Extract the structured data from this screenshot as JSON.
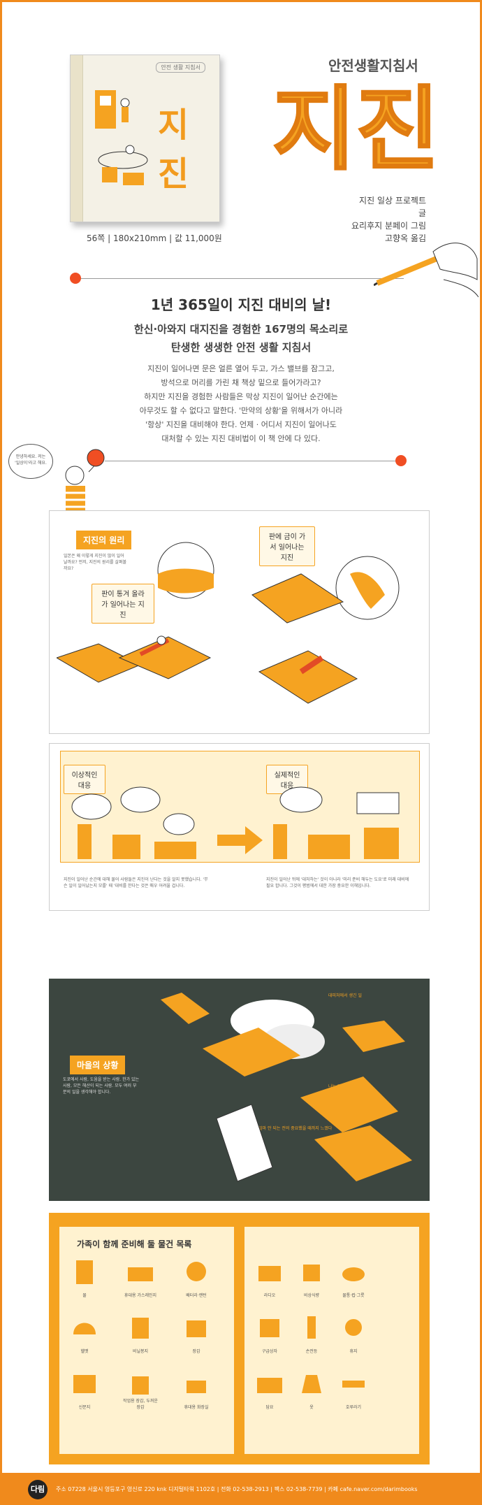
{
  "series": "안전생활지침서",
  "book": {
    "mini_label": "안전 생활 지침서",
    "title": "지진",
    "info": "56쪽 | 180x210mm | 값 11,000원"
  },
  "big_title": "지진",
  "credits": [
    "지진 일상 프로젝트 글",
    "요리후지 분페이 그림",
    "고향옥 옮김"
  ],
  "headline": "1년 365일이 지진 대비의 날!",
  "subheads": [
    "한신·아와지 대지진을 경험한 167명의 목소리로",
    "탄생한 생생한 안전 생활 지침서"
  ],
  "body_lines": [
    "지진이 일어나면 문은 얼른 열어 두고, 가스 밸브를 잠그고,",
    "방석으로 머리를 가린 채 책상 밑으로 들어가라고?",
    "하지만 지진을 경험한 사람들은 막상 지진이 일어난 순간에는",
    "아무것도 할 수 없다고 말한다. '만약의 상황'을 위해서가 아니라",
    "'항상' 지진을 대비해야 한다. 언제 · 어디서 지진이 일어나도",
    "대처할 수 있는 지진 대비법이 이 책 안에 다 있다."
  ],
  "kid_speech": "안녕하세요. 저는 '일상이'라고 해요.",
  "panel1": {
    "tag": "지진의 원리",
    "intro": "일본은 왜 이렇게 지진이 많이 일어날까요? 먼저, 지진의 원리를 살펴볼까요?",
    "box_left": "판이 통겨 올라가 일어나는 지진",
    "box_right": "판에 금이 가서 일어나는 지진"
  },
  "panel2": {
    "box_left": "이상적인 대응",
    "box_right": "실제적인 대응",
    "cap_left": "지진이 일어난 순간에 대해 물어 사람들은 지진이 난다는 것을 알지 못했습니다. '무슨 일이 일어났는지 모를' 때 '대비를 한다는 것은 매우 어려울 겁니다.",
    "cap_right": "지진이 일어난 뒤에 '대처하는' 것이 아니라 '미리 준비 해두는 도요'로 미래 대비에 필요 합니다. 그것이 평범에서 대한 가장 중요한 이해입니다."
  },
  "panel3": {
    "tag": "마을의 상황",
    "desc": "도쿄에서 사람, 도움을 받는 사람. 한가 있는 사람, 모든 해산이 되는 사람. 모두 여러 부분의 일을 생각해야 합니다.",
    "note1": "대피처에서 생긴 일",
    "note2": "나는 일단 겁을 먹었다",
    "note3": "얼마 안 되는 전의 중요했을 때까지 느꼈다"
  },
  "panel4": {
    "title": "가족이 함께 준비해 둘 물건 목록",
    "left_items": [
      "물",
      "휴대용 가스레인지",
      "배터리·랜턴",
      "헬멧",
      "비닐봉지",
      "장갑",
      "신문지",
      "작업용 장갑, 두꺼운 장갑",
      "휴대용 화장실"
    ],
    "right_items": [
      "라디오",
      "비상식량",
      "물통·컵·그릇",
      "구급상자",
      "손전등",
      "휴지",
      "담요",
      "옷",
      "호루라기"
    ]
  },
  "footer": {
    "logo": "다림",
    "address": "주소 07228 서울시 영등포구 영신로 220 knk 디지털타워 1102호  |  전화 02-538-2913  |  팩스 02-538-7739  |  카페 cafe.naver.com/darimbooks"
  },
  "colors": {
    "accent": "#f5a321",
    "orange": "#f08a1c",
    "dot": "#f04e23",
    "dark_panel": "#3c4640"
  }
}
